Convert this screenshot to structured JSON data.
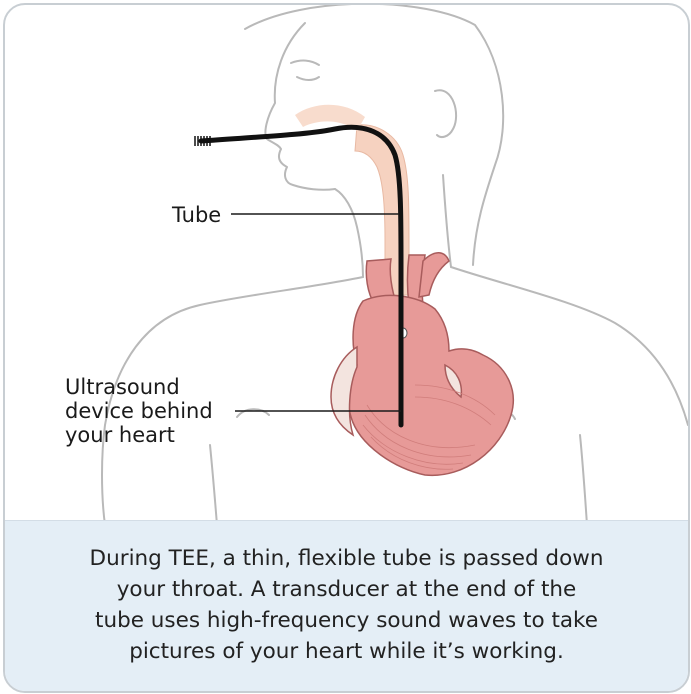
{
  "labels": {
    "tube": "Tube",
    "ultrasound_lines": [
      "Ultrasound",
      "device behind",
      "your heart"
    ]
  },
  "caption": {
    "lines": [
      "During TEE, a thin, flexible tube is passed down",
      "your throat. A transducer at the end of the",
      "tube uses high-frequency sound waves to take",
      "pictures of your heart while it’s working."
    ]
  },
  "colors": {
    "border": "#c8ced3",
    "caption_background": "#e4eef6",
    "body_outline": "#b9b9b9",
    "esophagus": "#f6d2c0",
    "heart": "#e79a98",
    "heart_outline": "#a85c5c",
    "tube": "#111111"
  }
}
